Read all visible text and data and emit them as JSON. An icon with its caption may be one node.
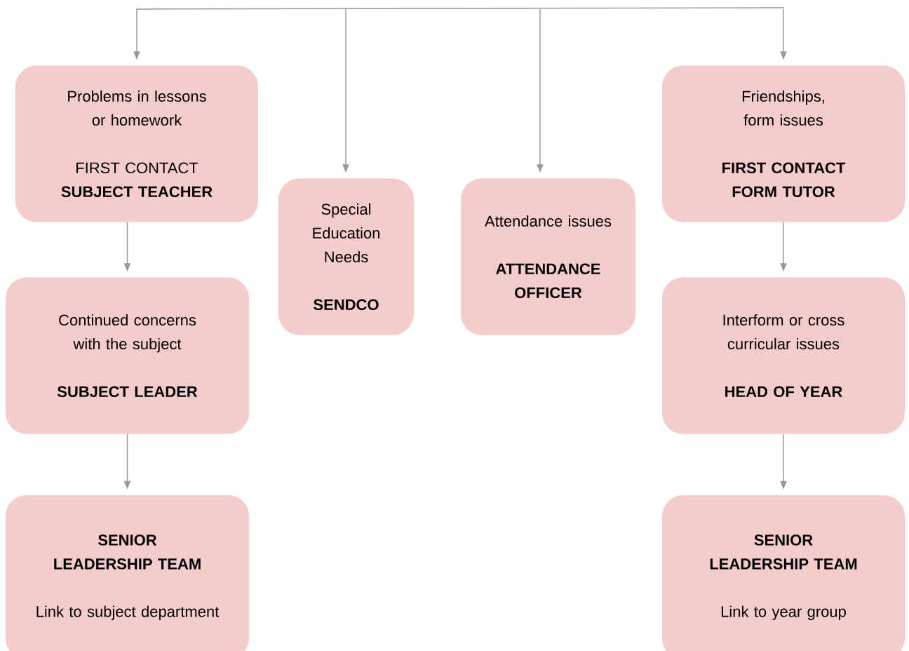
{
  "diagram": {
    "nodes": [
      {
        "text": [
          "Problems in lessons or homework",
          "FIRST CONTACT",
          "SUBJECT TEACHER"
        ]
      },
      {
        "text": [
          "Special Education Needs",
          "SENDCO"
        ]
      },
      {
        "text": [
          "Attendance issues",
          "ATTENDANCE OFFICER"
        ]
      },
      {
        "text": [
          "Friendships, form issues",
          "FIRST CONTACT",
          "FORM TUTOR"
        ]
      },
      {
        "text": [
          "Continued concerns with the subject",
          "SUBJECT LEADER"
        ]
      },
      {
        "text": [
          "Interform or cross curricular issues",
          "HEAD OF YEAR"
        ]
      },
      {
        "text": [
          "SENIOR LEADERSHIP TEAM",
          "Link to subject department"
        ]
      },
      {
        "text": [
          "SENIOR LEADERSHIP TEAM",
          "Link to year group"
        ]
      }
    ],
    "edges": [
      {
        "from": null,
        "to": 0,
        "arrow": "to"
      },
      {
        "from": null,
        "to": 1,
        "arrow": "to"
      },
      {
        "from": null,
        "to": 2,
        "arrow": "to"
      },
      {
        "from": null,
        "to": 3,
        "arrow": "to"
      },
      {
        "from": 0,
        "to": 4,
        "arrow": "to"
      },
      {
        "from": 4,
        "to": 6,
        "arrow": "to"
      },
      {
        "from": 3,
        "to": 5,
        "arrow": "to"
      },
      {
        "from": 5,
        "to": 7,
        "arrow": "to"
      }
    ]
  }
}
